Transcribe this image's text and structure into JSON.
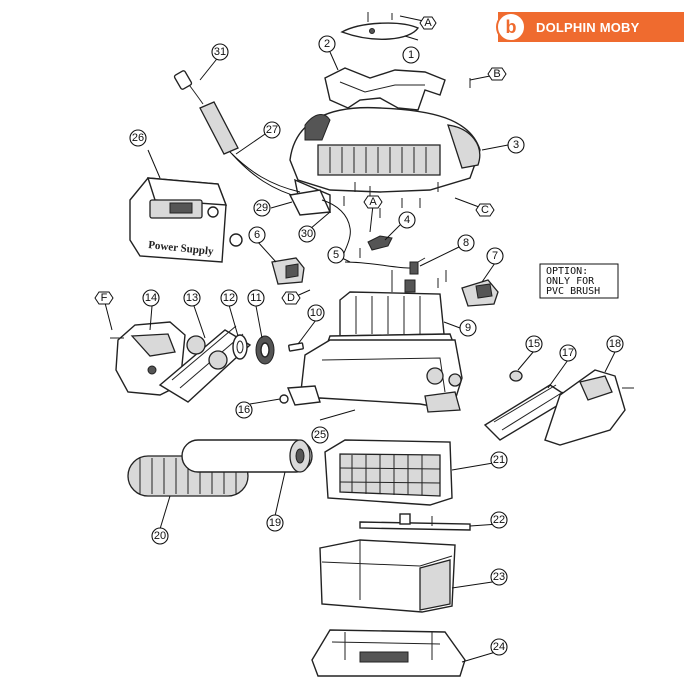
{
  "brand": {
    "badge_letter": "b",
    "name": "DOLPHIN MOBY",
    "color": "#ef6b2f"
  },
  "power_supply_label": "Power Supply",
  "option_note": {
    "lines": [
      "OPTION:",
      "ONLY FOR",
      "PVC BRUSH"
    ]
  },
  "callouts": [
    "1",
    "2",
    "3",
    "4",
    "5",
    "6",
    "7",
    "8",
    "9",
    "10",
    "11",
    "12",
    "13",
    "14",
    "15",
    "16",
    "17",
    "18",
    "19",
    "20",
    "21",
    "22",
    "23",
    "24",
    "25",
    "26",
    "27",
    "29",
    "30",
    "31"
  ],
  "ref_tags": [
    "A",
    "B",
    "C",
    "A",
    "D",
    "F"
  ]
}
